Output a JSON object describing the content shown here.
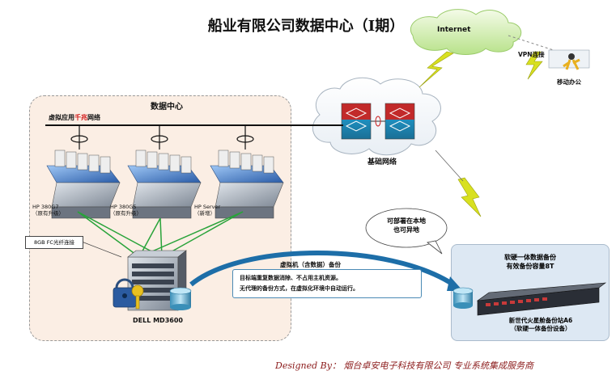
{
  "title": "船业有限公司数据中心（I期）",
  "internet_label": "Internet",
  "vpn_label": "VPN连接",
  "mobile_label": "移动办公",
  "datacenter_label": "数据中心",
  "network_label_pre": "虚拟应用",
  "network_label_highlight": "千兆",
  "network_label_post": "网络",
  "base_network_label": "基础网络",
  "servers": [
    {
      "line1": "HP 380G7",
      "line2": "（原有升级）"
    },
    {
      "line1": "HP 380G5",
      "line2": "（原有升级）"
    },
    {
      "line1": "HP Server",
      "line2": "（新增）"
    }
  ],
  "fc_callout": "8GB FC光纤连接",
  "storage_label": "DELL MD3600",
  "backup_label": "虚拟机（含数据）备份",
  "info_lines": [
    "目标端重复数据消除、不占用主机资源。",
    "无代理的备份方式，在虚拟化环境中自动运行。"
  ],
  "bubble_lines": [
    "可部署在本地",
    "也可异地"
  ],
  "right_top_lines": [
    "软硬一体数据备份",
    "有效备份容量8T"
  ],
  "right_bottom_lines": [
    "新世代火星舱备份站A6",
    "（软硬一体备份设备）"
  ],
  "footer": "Designed By：  烟台卓安电子科技有限公司     专业系统集成服务商",
  "colors": {
    "red_highlight": "#d01010",
    "link_green": "#29a33a",
    "bolt": "#d8e020"
  }
}
